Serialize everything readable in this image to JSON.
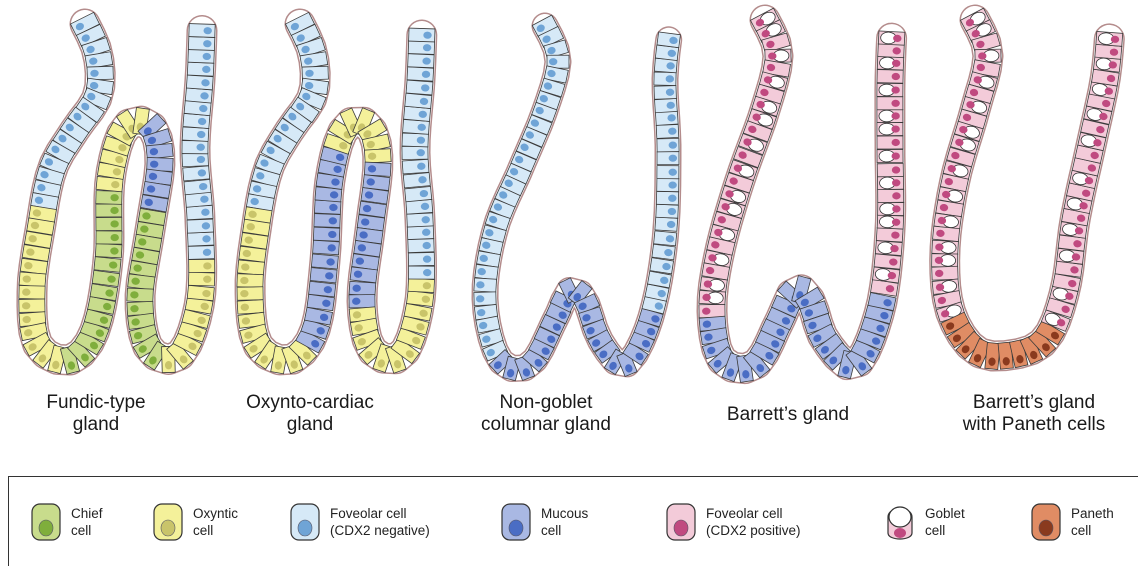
{
  "glands": [
    {
      "label_line1": "Fundic-type",
      "label_line2": "gland"
    },
    {
      "label_line1": "Oxynto-cardiac",
      "label_line2": "gland"
    },
    {
      "label_line1": "Non-goblet",
      "label_line2": "columnar gland"
    },
    {
      "label_line1": "Barrett’s gland",
      "label_line2": ""
    },
    {
      "label_line1": "Barrett’s gland",
      "label_line2": "with Paneth cells"
    }
  ],
  "legend": [
    {
      "line1": "Chief",
      "line2": "cell",
      "icon": "chief-cell-icon",
      "fill": "#c8dc8c",
      "nucleus": "#7fae3c"
    },
    {
      "line1": "Oxyntic",
      "line2": "cell",
      "icon": "oxyntic-cell-icon",
      "fill": "#f4f19a",
      "nucleus": "#c9c46a"
    },
    {
      "line1": "Foveolar cell",
      "line2": "(CDX2 negative)",
      "icon": "foveolar-cdx2-negative-icon",
      "fill": "#d6e9f7",
      "nucleus": "#6fa4d6"
    },
    {
      "line1": "Mucous",
      "line2": "cell",
      "icon": "mucous-cell-icon",
      "fill": "#a9b8e3",
      "nucleus": "#4a6dc4"
    },
    {
      "line1": "Foveolar cell",
      "line2": "(CDX2 positive)",
      "icon": "foveolar-cdx2-positive-icon",
      "fill": "#f3cbd9",
      "nucleus": "#c04a80"
    },
    {
      "line1": "Goblet",
      "line2": "cell",
      "icon": "goblet-cell-icon",
      "fill": "#f3cbd9",
      "nucleus": "#c04a80"
    },
    {
      "line1": "Paneth",
      "line2": "cell",
      "icon": "paneth-cell-icon",
      "fill": "#e08c64",
      "nucleus": "#8a3a1e"
    }
  ]
}
